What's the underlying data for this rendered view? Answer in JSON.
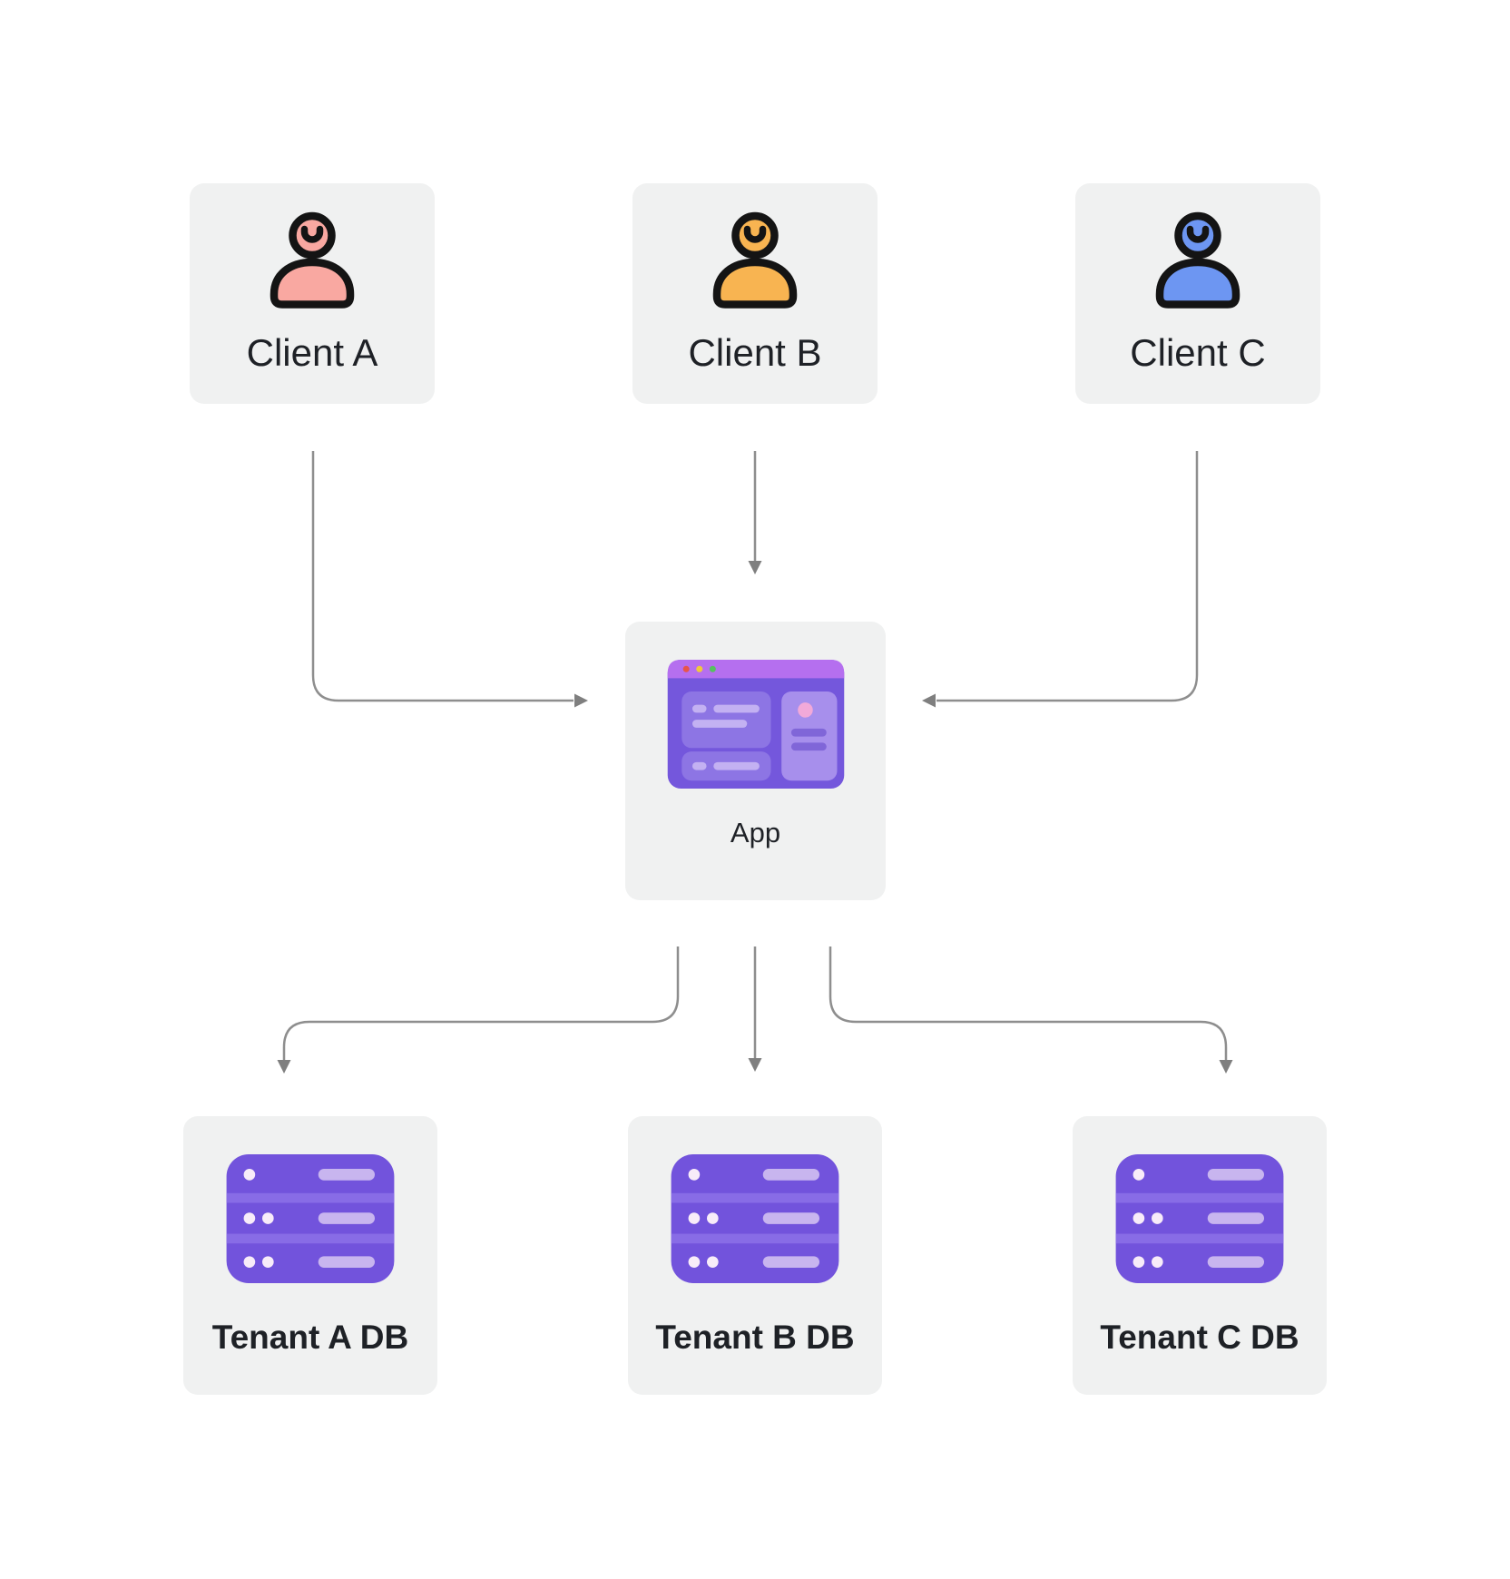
{
  "diagram": {
    "clients": [
      {
        "id": "client-a",
        "label": "Client A",
        "icon": "person-icon",
        "color": "#F9A8A1"
      },
      {
        "id": "client-b",
        "label": "Client B",
        "icon": "person-icon",
        "color": "#F8B451"
      },
      {
        "id": "client-c",
        "label": "Client C",
        "icon": "person-icon",
        "color": "#6D96F2"
      }
    ],
    "app": {
      "id": "app",
      "label": "App",
      "icon": "browser-window-icon"
    },
    "tenants": [
      {
        "id": "tenant-a-db",
        "label": "Tenant A DB",
        "icon": "database-server-icon"
      },
      {
        "id": "tenant-b-db",
        "label": "Tenant B DB",
        "icon": "database-server-icon"
      },
      {
        "id": "tenant-c-db",
        "label": "Tenant C DB",
        "icon": "database-server-icon"
      }
    ],
    "connections": [
      {
        "from": "client-a",
        "to": "app"
      },
      {
        "from": "client-b",
        "to": "app"
      },
      {
        "from": "client-c",
        "to": "app"
      },
      {
        "from": "app",
        "to": "tenant-a-db"
      },
      {
        "from": "app",
        "to": "tenant-b-db"
      },
      {
        "from": "app",
        "to": "tenant-c-db"
      }
    ],
    "colors": {
      "canvas_bg": "#ffffff",
      "card_bg": "#f0f1f1",
      "label_text": "#1e2126",
      "arrow": "#8e8e8e",
      "arrow_head": "#7f7f7f",
      "icon_outline": "#141414",
      "browser_titlebar": "#b56fef",
      "browser_body": "#7457dc",
      "browser_panel": "#8d75e4",
      "browser_panel_light": "#a78fec",
      "browser_line": "#c3b1f2",
      "browser_line_dark": "#8066d8",
      "dot_red": "#e85449",
      "dot_yellow": "#f0c93c",
      "dot_green": "#55c160",
      "browser_pink": "#f2a9d9",
      "server_body": "#7253dc",
      "server_stripe": "#886ce6",
      "server_bar": "#c8b5ef",
      "server_dot": "#f8ecf9"
    }
  }
}
